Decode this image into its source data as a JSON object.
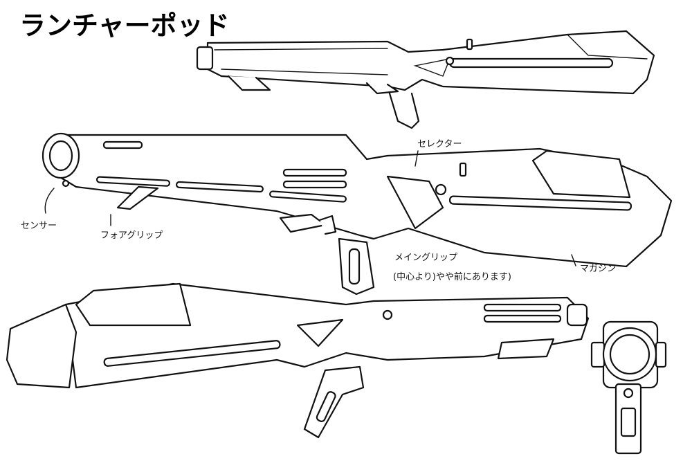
{
  "title": "ランチャーポッド",
  "annotations": {
    "sensor": "センサー",
    "foregrip": "フォアグリップ",
    "selector": "セレクター",
    "main_grip": "メイングリップ",
    "main_grip_note": "(中心より)やや前にあります)",
    "magazine": "マガジン"
  }
}
